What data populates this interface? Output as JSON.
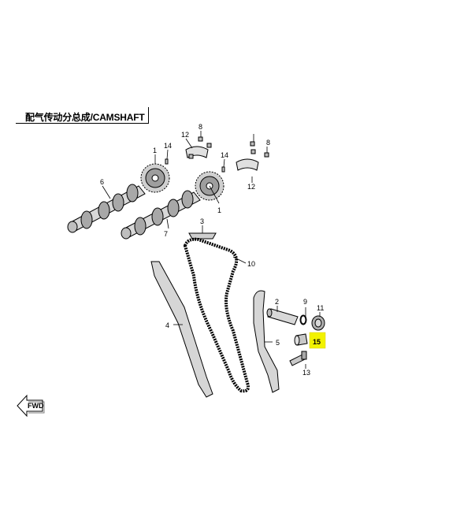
{
  "title": "配气传动分总成/CAMSHAFT",
  "fwd_label": "FWD",
  "highlight_color": "#f2f200",
  "callouts": [
    {
      "id": "c1a",
      "text": "1"
    },
    {
      "id": "c1b",
      "text": "1"
    },
    {
      "id": "c2",
      "text": "2"
    },
    {
      "id": "c3",
      "text": "3"
    },
    {
      "id": "c4",
      "text": "4"
    },
    {
      "id": "c5",
      "text": "5"
    },
    {
      "id": "c6",
      "text": "6"
    },
    {
      "id": "c7",
      "text": "7"
    },
    {
      "id": "c8a",
      "text": "8"
    },
    {
      "id": "c8b",
      "text": "8"
    },
    {
      "id": "c9",
      "text": "9"
    },
    {
      "id": "c10",
      "text": "10"
    },
    {
      "id": "c11",
      "text": "11"
    },
    {
      "id": "c12a",
      "text": "12"
    },
    {
      "id": "c12b",
      "text": "12"
    },
    {
      "id": "c13",
      "text": "13"
    },
    {
      "id": "c14a",
      "text": "14"
    },
    {
      "id": "c14b",
      "text": "14"
    },
    {
      "id": "c15",
      "text": "15"
    }
  ]
}
